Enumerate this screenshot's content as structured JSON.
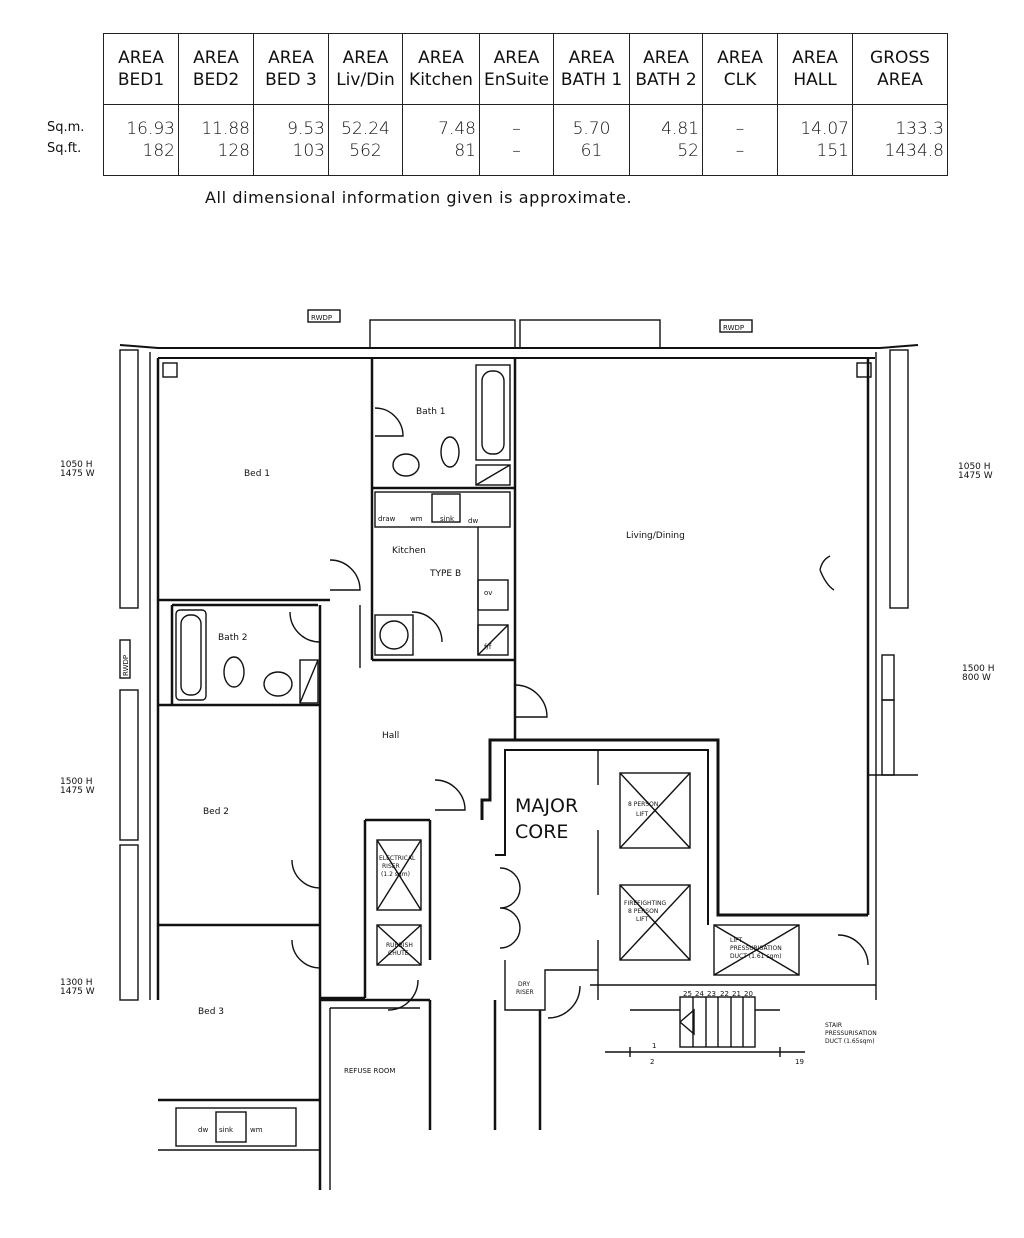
{
  "table": {
    "headers": [
      "AREA\nBED1",
      "AREA\nBED2",
      "AREA\nBED 3",
      "AREA\nLiv/Din",
      "AREA\nKitchen",
      "AREA\nEnSuite",
      "AREA\nBATH 1",
      "AREA\nBATH 2",
      "AREA\nCLK",
      "AREA\nHALL",
      "GROSS\nAREA"
    ],
    "row_labels": [
      "Sq.m.",
      "Sq.ft."
    ],
    "cells": [
      "16.93\n182",
      "11.88\n128",
      "9.53\n103",
      "52.24\n562",
      "7.48\n81",
      "–\n–",
      "5.70\n61",
      "4.81\n52",
      "–\n–",
      "14.07\n151",
      "133.3\n1434.8"
    ],
    "note": "All dimensional information given is approximate."
  },
  "plan": {
    "rooms": {
      "bed1": "Bed 1",
      "bed2": "Bed 2",
      "bed3": "Bed 3",
      "bath1": "Bath 1",
      "bath2": "Bath 2",
      "kitchen": "Kitchen",
      "type": "TYPE B",
      "living": "Living/Dining",
      "hall": "Hall",
      "refuse": "REFUSE ROOM",
      "core1": "MAJOR",
      "core2": "CORE"
    },
    "core_labels": {
      "lift1a": "8 PERSON",
      "lift1b": "LIFT",
      "lift2a": "FIREFIGHTING",
      "lift2b": "8 PERSON",
      "lift2c": "LIFT",
      "elec1": "ELECTRICAL",
      "elec2": "RISER",
      "elec3": "(1.2 sqm)",
      "chute1": "RUBBISH",
      "chute2": "CHUTE",
      "dry1": "DRY",
      "dry2": "RISER",
      "lp1": "LIFT",
      "lp2": "PRESSURISATION",
      "lp3": "DUCT (1.61 sqm)",
      "sp1": "STAIR",
      "sp2": "PRESSURISATION",
      "sp3": "DUCT (1.65sqm)"
    },
    "fittings": {
      "draw": "draw",
      "wm": "wm",
      "sink": "sink",
      "dw": "dw",
      "ov": "ov",
      "ff": "f/f"
    },
    "rwdp": [
      "RWDP",
      "RWDP",
      "RWDP"
    ],
    "stair_numbers": [
      "25",
      "24",
      "23",
      "22",
      "21",
      "20",
      "2",
      "19",
      "1"
    ],
    "window_dims": {
      "left1a": "1050 H",
      "left1b": "1475 W",
      "left2a": "1500 H",
      "left2b": "1475 W",
      "left3a": "1300 H",
      "left3b": "1475 W",
      "right1a": "1050 H",
      "right1b": "1475 W",
      "right2a": "1500 H",
      "right2b": "800 W"
    }
  }
}
